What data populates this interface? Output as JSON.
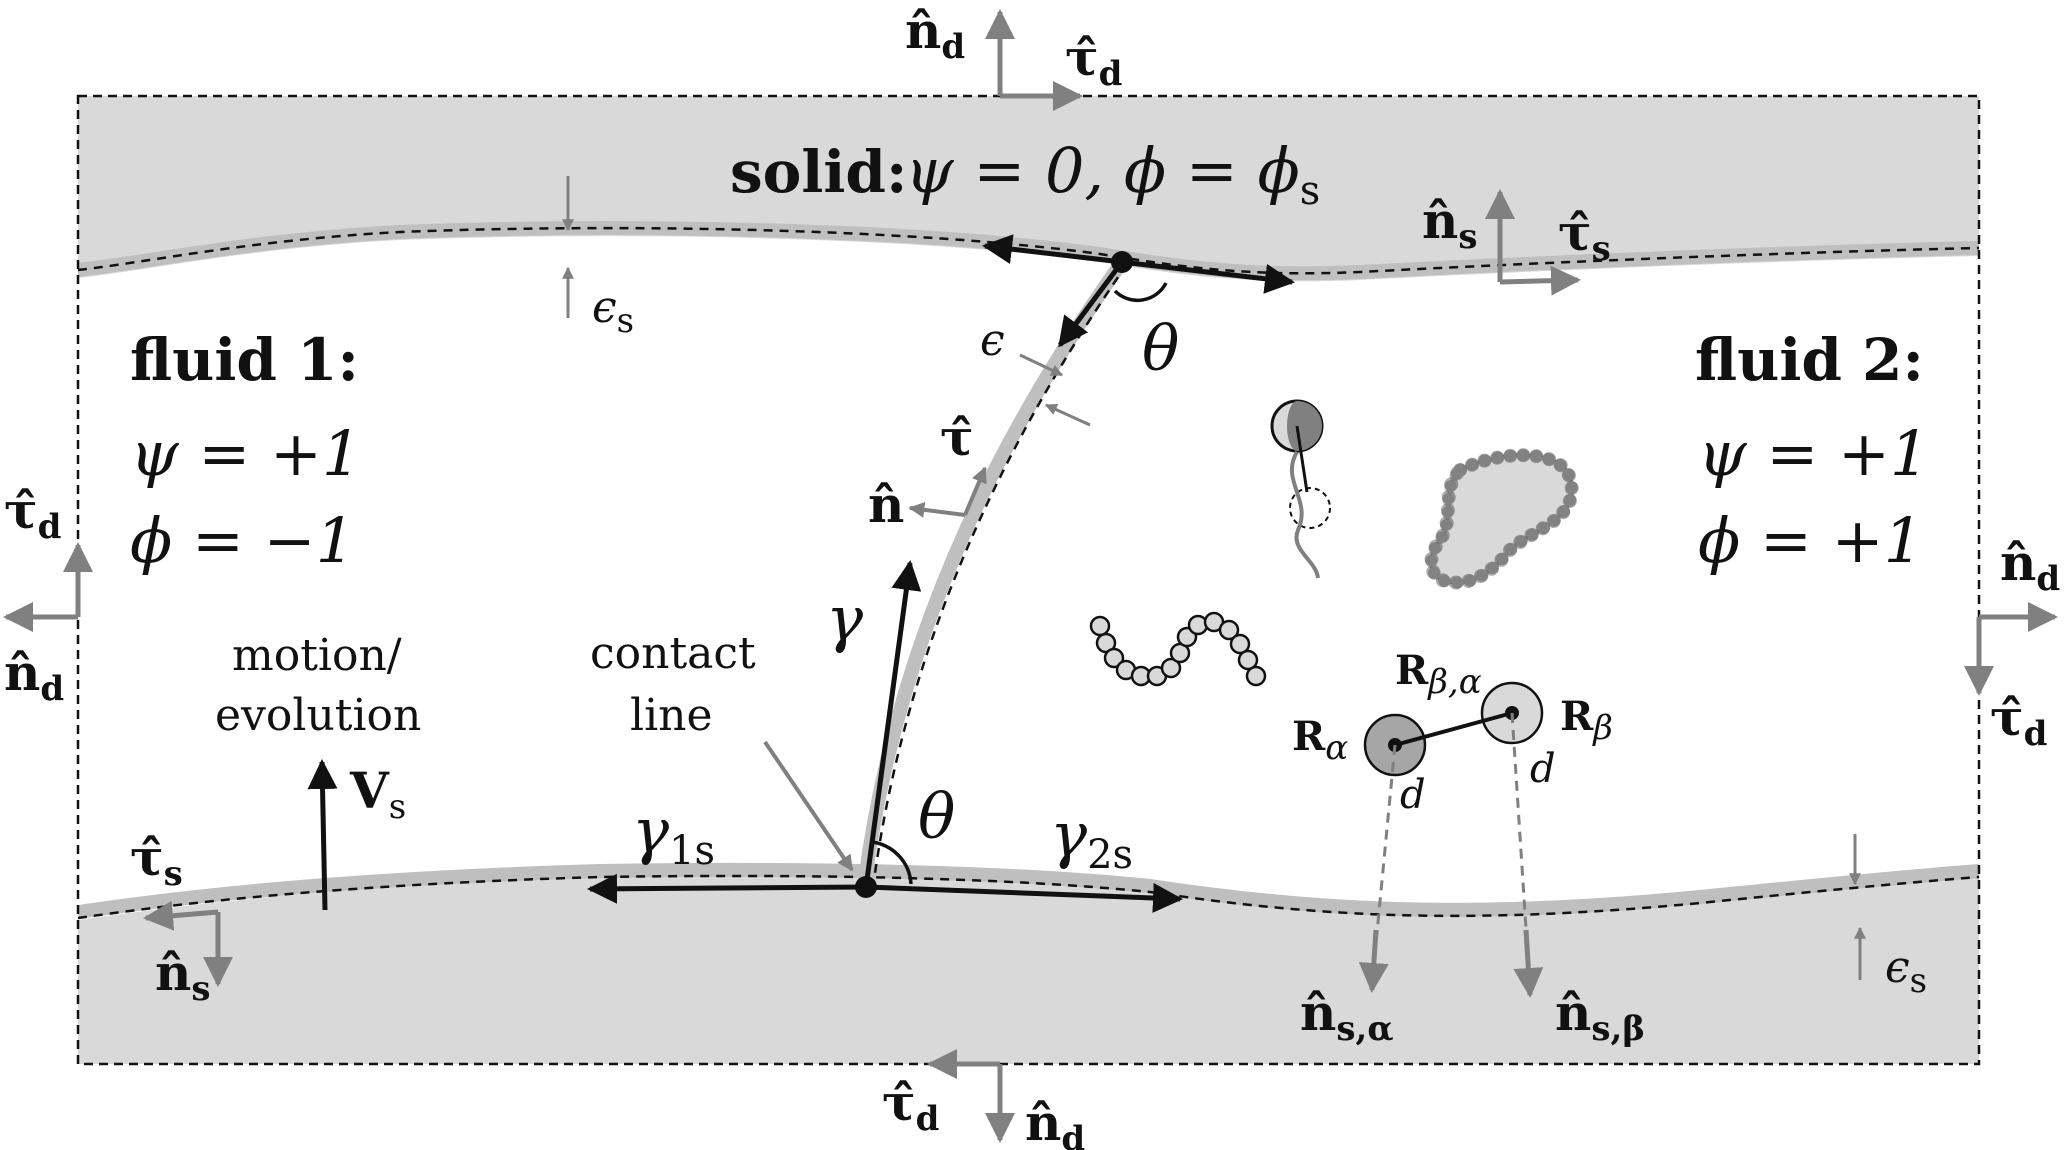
{
  "solid": {
    "label": "solid:",
    "equation": "ψ = 0, ϕ = ϕ",
    "equation_sub": "s"
  },
  "fluid1": {
    "title": "fluid 1:",
    "psi": "ψ = +1",
    "phi": "ϕ = −1"
  },
  "fluid2": {
    "title": "fluid 2:",
    "psi": "ψ = +1",
    "phi": "ϕ = +1"
  },
  "contact": {
    "line1": "contact",
    "line2": "line"
  },
  "motion": {
    "line1": "motion/",
    "line2": "evolution",
    "vel": "V",
    "vel_sub": "s"
  },
  "symbols": {
    "theta": "θ",
    "gamma": "γ",
    "gamma1s": "γ",
    "gamma1s_sub": "1s",
    "gamma2s": "γ",
    "gamma2s_sub": "2s",
    "eps": "ϵ",
    "eps_s": "ϵ",
    "eps_s_sub": "s",
    "tau_hat": "τ̂",
    "n_hat": "n̂",
    "d_sub": "d",
    "s_sub": "s",
    "R": "R",
    "R_alpha_sub": "α",
    "R_beta_sub": "β",
    "R_beta_alpha_sub": "β,α",
    "dist": "d",
    "n_s_alpha_sub": "s,α",
    "n_s_beta_sub": "s,β"
  },
  "colors": {
    "solid_fill": "#d9d9d9",
    "interface": "#bfbfbf",
    "arrow_gray": "#808080",
    "black": "#111111"
  }
}
